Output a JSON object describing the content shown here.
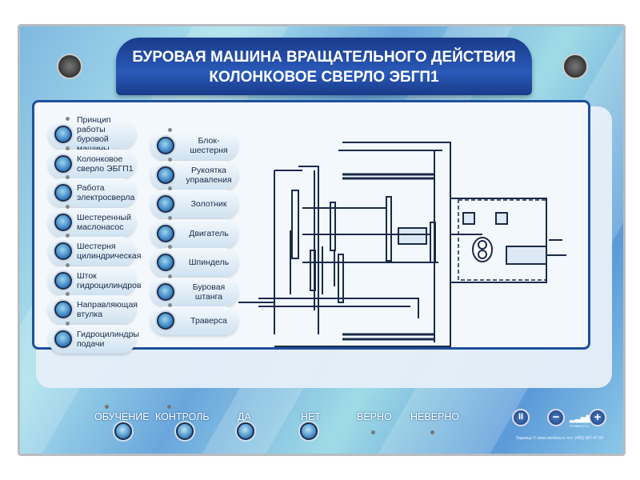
{
  "title": {
    "line1": "БУРОВАЯ МАШИНА ВРАЩАТЕЛЬНОГО ДЕЙСТВИЯ",
    "line2": "КОЛОНКОВОЕ СВЕРЛО ЭБГП1"
  },
  "left_items": [
    "Принцип работы буровой машины",
    "Колонковое сверло ЭБГП1",
    "Работа электросверла",
    "Шестеренный маслонасос",
    "Шестерня цилиндрическая",
    "Шток гидроцилиндров",
    "Направляющая втулка",
    "Гидроцилиндры подачи"
  ],
  "right_items": [
    "Блок-шестерня",
    "Рукоятка управления",
    "Золотник",
    "Двигатель",
    "Шпиндель",
    "Буровая штанга",
    "Траверса"
  ],
  "controls": {
    "learn": "ОБУЧЕНИЕ",
    "control": "КОНТРОЛЬ",
    "yes": "ДА",
    "no": "НЕТ",
    "correct": "ВЕРНО",
    "incorrect": "НЕВЕРНО"
  },
  "volume": {
    "label": "ГРОМКОСТЬ",
    "pause": "II",
    "minus": "−",
    "plus": "+"
  },
  "footer": "Зарница © www.zarnitza.ru тел: (495) 987-47-55"
}
